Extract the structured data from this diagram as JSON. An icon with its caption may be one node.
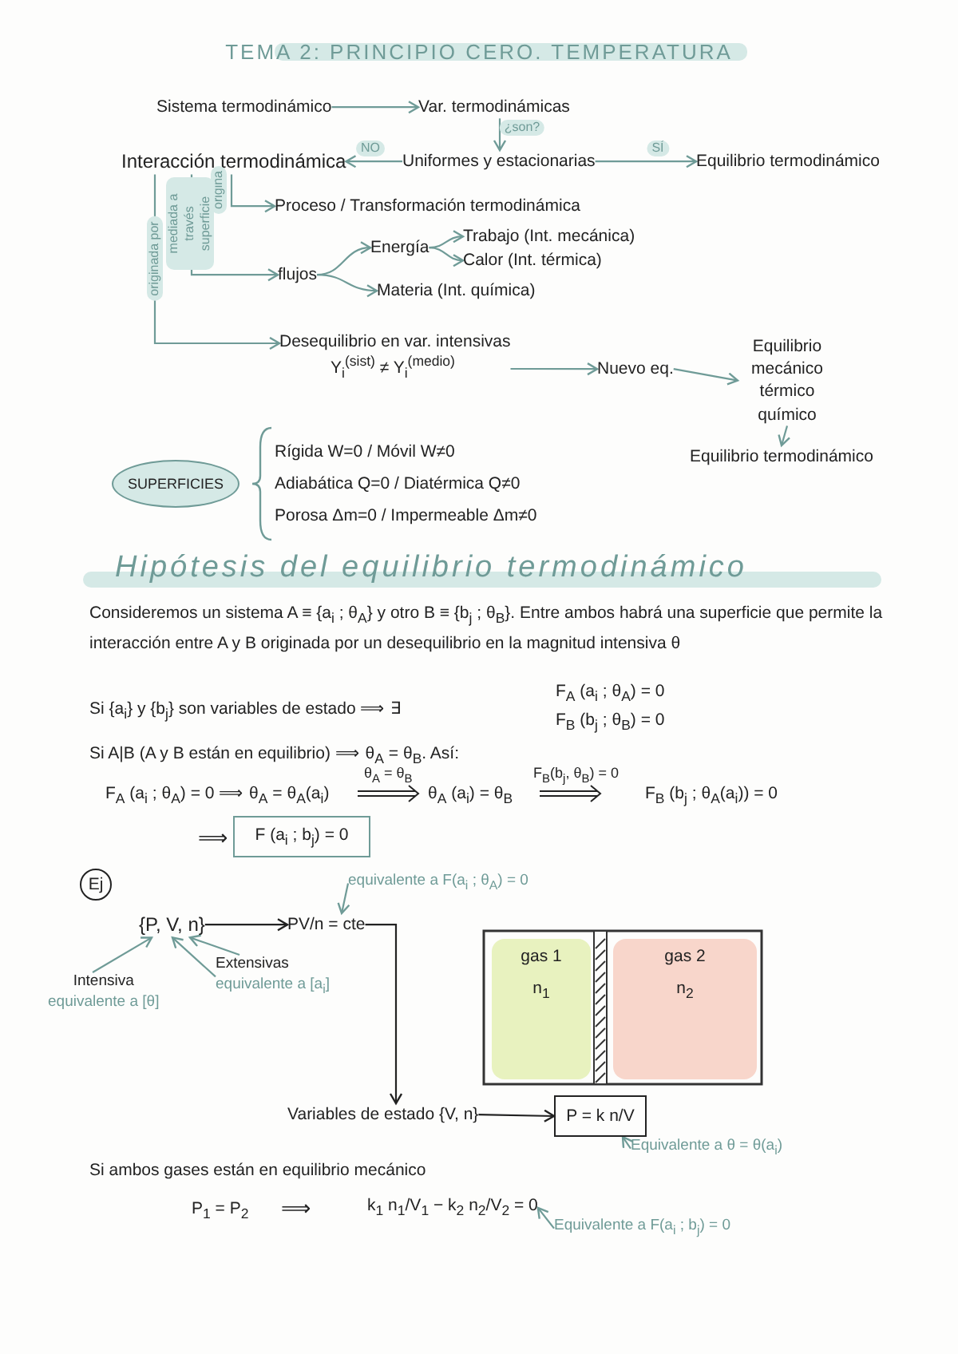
{
  "diagram": {
    "title": "TEMA 2: PRINCIPIO CERO. TEMPERATURA",
    "nodes": [
      {
        "text": [
          "Sistema termodinámico"
        ]
      },
      {
        "text": [
          "Var. termodinámicas"
        ]
      },
      {
        "text": [
          "Uniformes y estacionarias"
        ]
      },
      {
        "text": [
          "Interacción termodinámica"
        ]
      },
      {
        "text": [
          "Equilibrio termodinámico"
        ]
      },
      {
        "text": [
          "Proceso / Transformación termodinámica"
        ]
      },
      {
        "text": [
          "flujos"
        ]
      },
      {
        "text": [
          "Energía"
        ]
      },
      {
        "text": [
          "Trabajo (Int. mecánica)"
        ]
      },
      {
        "text": [
          "Calor (Int. térmica)"
        ]
      },
      {
        "text": [
          "Materia (Int. química)"
        ]
      },
      {
        "text": [
          "Desequilibrio en var. intensivas",
          "Y$_{i}$$^{(sist)}$ ≠ Y$_{i}$$^{(medio)}$"
        ]
      },
      {
        "text": [
          "Nuevo eq."
        ]
      },
      {
        "text": [
          "Equilibrio mecánico térmico químico"
        ]
      },
      {
        "text": [
          "Equilibrio termodinámico"
        ]
      },
      {
        "text": [
          "SUPERFICIES"
        ]
      },
      {
        "text": [
          "F (a$_{i}$ ; b$_{j}$) = 0"
        ]
      },
      {
        "text": [
          "equivalente a F(a$_{i}$ ; θ$_{A}$) = 0"
        ]
      },
      {
        "text": [
          "{P, V, n}"
        ]
      },
      {
        "text": [
          "PV/n = cte"
        ]
      },
      {
        "text": [
          "Intensiva",
          "equivalente a [θ]"
        ]
      },
      {
        "text": [
          "Extensivas",
          "equivalente a [a$_{i}$]"
        ]
      },
      {
        "text": [
          "gas 1",
          "n$_{1}$"
        ]
      },
      {
        "text": [
          "gas 2",
          "n$_{2}$"
        ]
      },
      {
        "text": [
          "Variables de estado {V, n}"
        ]
      },
      {
        "text": [
          "P = k n/V"
        ]
      },
      {
        "text": [
          "Equivalente a θ = θ(a$_{i}$)"
        ]
      },
      {
        "text": [
          "k$_{1}$ n$_{1}$/V$_{1}$ − k$_{2}$ n$_{2}$/V$_{2}$ = 0"
        ]
      },
      {
        "text": [
          "Equivalente a F(a$_{i}$ ; b$_{j}$) = 0"
        ]
      }
    ],
    "edges": [
      {
        "from": 0,
        "to": 1,
        "arrow": "to"
      },
      {
        "from": 1,
        "to": 2,
        "arrow": "to",
        "label": "¿son?"
      },
      {
        "from": 2,
        "to": 3,
        "arrow": "to",
        "label": "NO"
      },
      {
        "from": 2,
        "to": 4,
        "arrow": "to",
        "label": "SÍ"
      },
      {
        "from": 3,
        "to": 5,
        "arrow": "to",
        "label": "origina"
      },
      {
        "from": 3,
        "to": 6,
        "arrow": "to",
        "label": "mediada a través superficie"
      },
      {
        "from": 3,
        "to": 11,
        "arrow": "to",
        "label": "originada por"
      },
      {
        "from": 6,
        "to": 7,
        "arrow": "to"
      },
      {
        "from": 6,
        "to": 10,
        "arrow": "to"
      },
      {
        "from": 7,
        "to": 8,
        "arrow": "to"
      },
      {
        "from": 7,
        "to": 9,
        "arrow": "to"
      },
      {
        "from": 11,
        "to": 12,
        "arrow": "to"
      },
      {
        "from": 12,
        "to": 13,
        "arrow": "to"
      },
      {
        "from": 13,
        "to": 14,
        "arrow": "to"
      },
      {
        "from": 17,
        "to": 19,
        "arrow": "to"
      },
      {
        "from": 18,
        "to": 19,
        "arrow": "to",
        "color": "#222222"
      },
      {
        "from": 20,
        "to": 18,
        "arrow": "to"
      },
      {
        "from": 21,
        "to": 18,
        "arrow": "to"
      },
      {
        "from": 21,
        "to": 18,
        "arrow": "to"
      },
      {
        "from": 19,
        "to": 24,
        "arrow": "to",
        "color": "#222222"
      },
      {
        "from": 24,
        "to": 25,
        "arrow": "to",
        "color": "#222222"
      },
      {
        "from": 26,
        "to": 25,
        "arrow": "to"
      },
      {
        "from": 28,
        "to": 27,
        "arrow": "to"
      }
    ],
    "labels": [
      "Rígida W=0 / Móvil W≠0",
      "Adiabática Q=0 / Diatérmica Q≠0",
      "Porosa Δm=0 / Impermeable Δm≠0",
      "Hipótesis del equilibrio termodinámico",
      "Consideremos un sistema A ≡ {a$_{i}$ ; θ$_{A}$} y otro B ≡ {b$_{j}$ ; θ$_{B}$}. Entre ambos habrá una superficie que permite la interacción entre A y B originada por un desequilibrio en la magnitud intensiva θ",
      "Si {a$_{i}$} y {b$_{j}$} son variables de estado ⟹ ∃",
      "F$_{A}$ (a$_{i}$ ; θ$_{A}$) = 0",
      "F$_{B}$ (b$_{j}$ ; θ$_{B}$) = 0",
      "Si A|B (A y B están en equilibrio) ⟹ θ$_{A}$ = θ$_{B}$. Así:",
      "F$_{A}$ (a$_{i}$ ; θ$_{A}$) = 0 ⟹ θ$_{A}$ = θ$_{A}$(a$_{i}$)",
      "θ$_{A}$ = θ$_{B}$",
      "θ$_{A}$ (a$_{i}$) = θ$_{B}$",
      "F$_{B}$(b$_{j}$, θ$_{B}$) = 0",
      "F$_{B}$ (b$_{j}$ ; θ$_{A}$(a$_{i}$)) = 0",
      "⟹",
      "Ej",
      "Si ambos gases están en equilibrio mecánico",
      "P$_{1}$ = P$_{2}$",
      "⟹"
    ]
  }
}
